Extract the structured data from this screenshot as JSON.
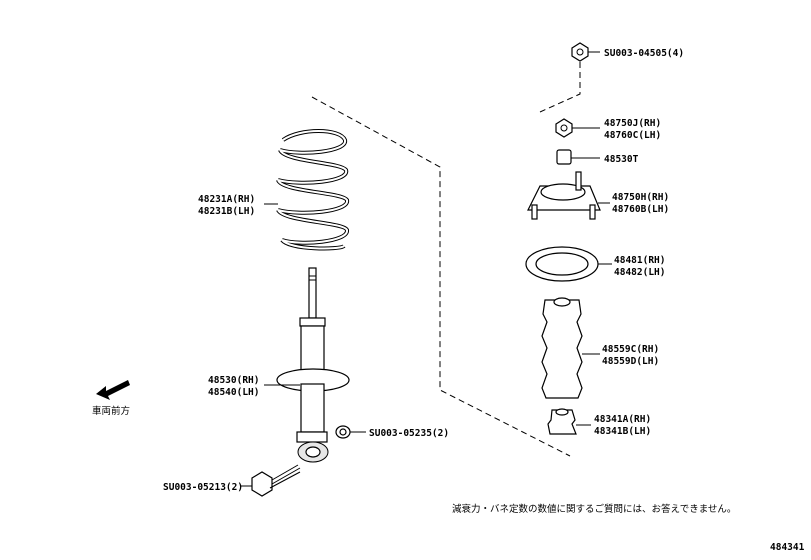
{
  "diagram_id": "484341",
  "direction_label": "車両前方",
  "footer_note": "減衰力・バネ定数の数値に関するご質問には、お答えできません。",
  "labels": {
    "nut_top": "SU003-04505(4)",
    "nut_48750J": "48750J(RH)",
    "nut_48760C": "48760C(LH)",
    "cushion_48530T": "48530T",
    "mount_48750H": "48750H(RH)",
    "mount_48760B": "48760B(LH)",
    "seat_48481": "48481(RH)",
    "seat_48482": "48482(LH)",
    "boot_48559C": "48559C(RH)",
    "boot_48559D": "48559D(LH)",
    "bumper_48341A": "48341A(RH)",
    "bumper_48341B": "48341B(LH)",
    "spring_48231A": "48231A(RH)",
    "spring_48231B": "48231B(LH)",
    "shock_48530": "48530(RH)",
    "shock_48540": "48540(LH)",
    "nut_bottom": "SU003-05235(2)",
    "bolt_bottom": "SU003-05213(2)"
  }
}
